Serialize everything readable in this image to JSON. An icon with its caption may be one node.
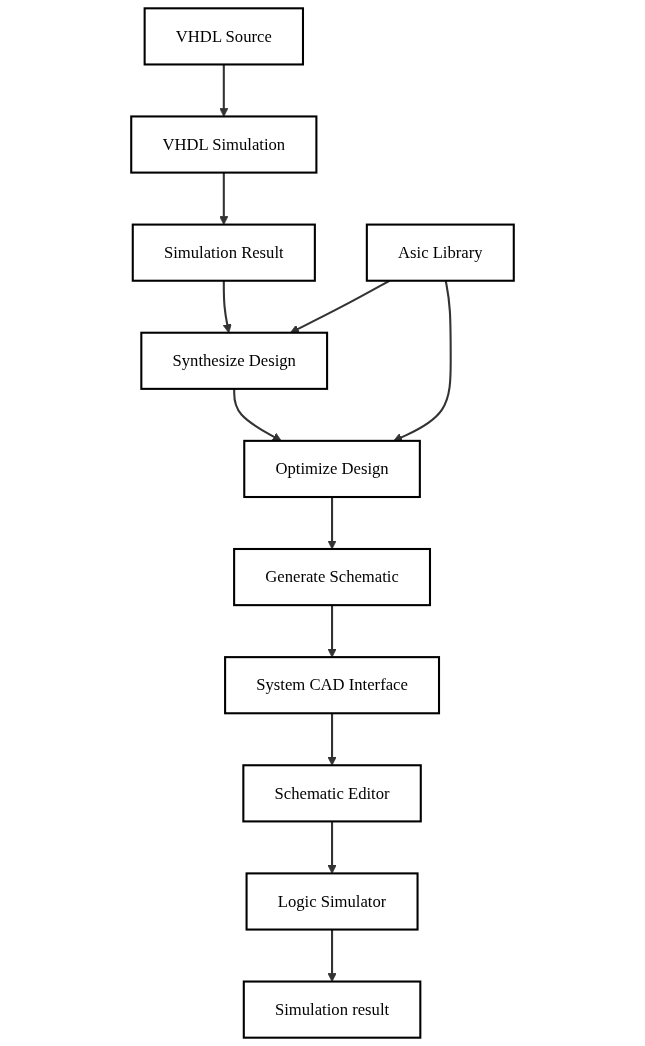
{
  "diagram": {
    "nodes": [
      {
        "text": [
          "VHDL Source"
        ]
      },
      {
        "text": [
          "VHDL Simulation"
        ]
      },
      {
        "text": [
          "Simulation Result"
        ]
      },
      {
        "text": [
          "Synthesize Design"
        ]
      },
      {
        "text": [
          "Asic Library"
        ]
      },
      {
        "text": [
          "Optimize Design"
        ]
      },
      {
        "text": [
          "Generate Schematic"
        ]
      },
      {
        "text": [
          "System CAD Interface"
        ]
      },
      {
        "text": [
          "Schematic Editor"
        ]
      },
      {
        "text": [
          "Logic Simulator"
        ]
      },
      {
        "text": [
          "Simulation result"
        ]
      }
    ],
    "edges": [
      {
        "from": 0,
        "to": 1,
        "arrow": "to"
      },
      {
        "from": 1,
        "to": 2,
        "arrow": "to"
      },
      {
        "from": 2,
        "to": 3,
        "arrow": "to"
      },
      {
        "from": 4,
        "to": 3,
        "arrow": "to"
      },
      {
        "from": 4,
        "to": 5,
        "arrow": "to"
      },
      {
        "from": 3,
        "to": 5,
        "arrow": "to"
      },
      {
        "from": 5,
        "to": 6,
        "arrow": "to"
      },
      {
        "from": 6,
        "to": 7,
        "arrow": "to"
      },
      {
        "from": 7,
        "to": 8,
        "arrow": "to"
      },
      {
        "from": 8,
        "to": 9,
        "arrow": "to"
      },
      {
        "from": 9,
        "to": 10,
        "arrow": "to"
      }
    ]
  }
}
